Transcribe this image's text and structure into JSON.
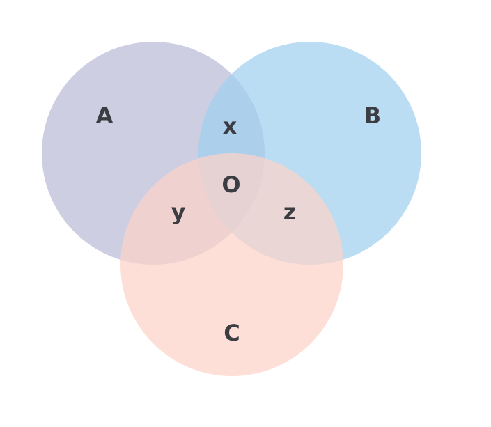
{
  "diagram": {
    "sets": [
      {
        "id": "A",
        "label": "A",
        "color": "#c3c3dd",
        "opacity": 0.82
      },
      {
        "id": "B",
        "label": "B",
        "color": "#9fd0ee",
        "opacity": 0.72
      },
      {
        "id": "C",
        "label": "C",
        "color": "#fcd3c8",
        "opacity": 0.72
      }
    ],
    "regions": {
      "ab": "x",
      "ac": "y",
      "bc": "z",
      "abc": "O"
    }
  }
}
